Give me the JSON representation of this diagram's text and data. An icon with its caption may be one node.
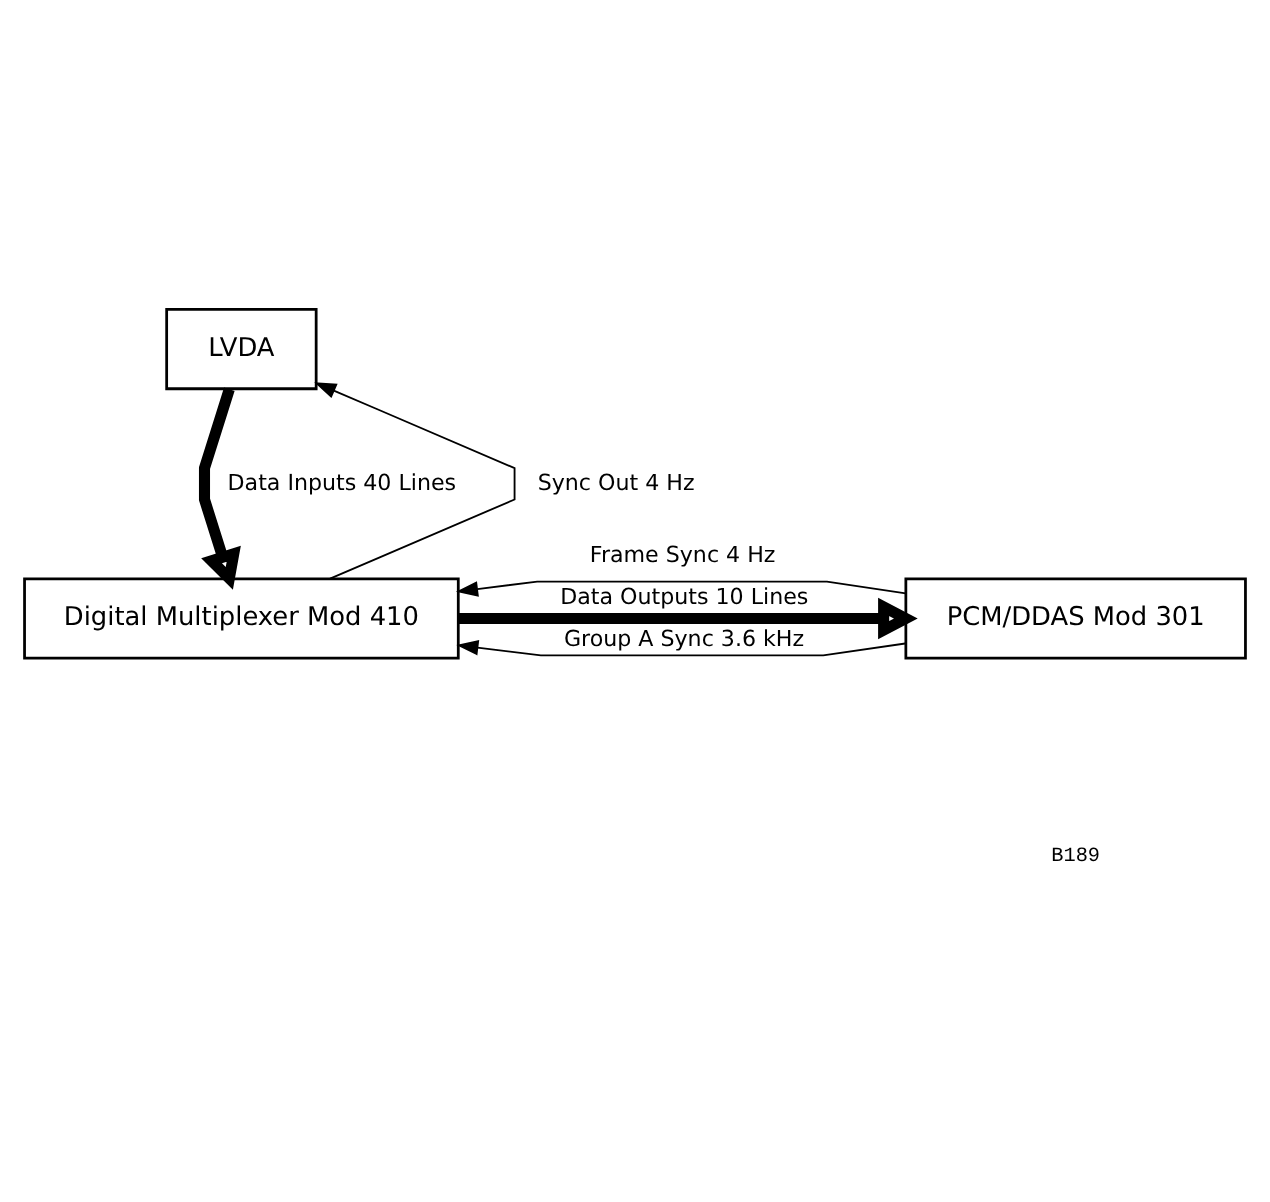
{
  "diagram": {
    "nodes": [
      {
        "text": [
          "LVDA"
        ]
      },
      {
        "text": [
          "Digital Multiplexer Mod 410"
        ]
      },
      {
        "text": [
          "PCM/DDAS Mod 301"
        ]
      }
    ],
    "edges": [
      {
        "from": 1,
        "to": 0,
        "arrow": "to",
        "label": "Sync Out 4 Hz"
      },
      {
        "from": 0,
        "to": 1,
        "arrow": "to",
        "label": "Data Inputs 40 Lines",
        "style": "thick"
      },
      {
        "from": 1,
        "to": 2,
        "arrow": "to",
        "label": "Data Outputs 10 Lines",
        "style": "thick"
      },
      {
        "from": 2,
        "to": 1,
        "arrow": "to",
        "label": "Frame Sync 4 Hz"
      },
      {
        "from": 2,
        "to": 1,
        "arrow": "to",
        "label": "Group A Sync 3.6 kHz"
      }
    ],
    "labels": [
      "B189"
    ]
  }
}
